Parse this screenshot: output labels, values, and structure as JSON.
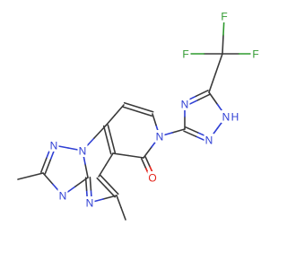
{
  "colors": {
    "carbon": "#3a3a3a",
    "nitrogen": "#2f3fd4",
    "oxygen": "#e3231a",
    "fluorine": "#2f9a2f"
  },
  "atoms": {
    "f_top": "F",
    "f_left": "F",
    "f_right": "F",
    "n_triazole_top": "N",
    "n_triazole_left": "N",
    "n_triazole_nh": "N",
    "h_triazole_nh": "H",
    "n_pyridone": "N",
    "o_carbonyl": "O",
    "n_fused_top": "N",
    "n_fused_bridge": "N",
    "n_fused_bottom": "N",
    "n_pyrimidine": "N"
  }
}
